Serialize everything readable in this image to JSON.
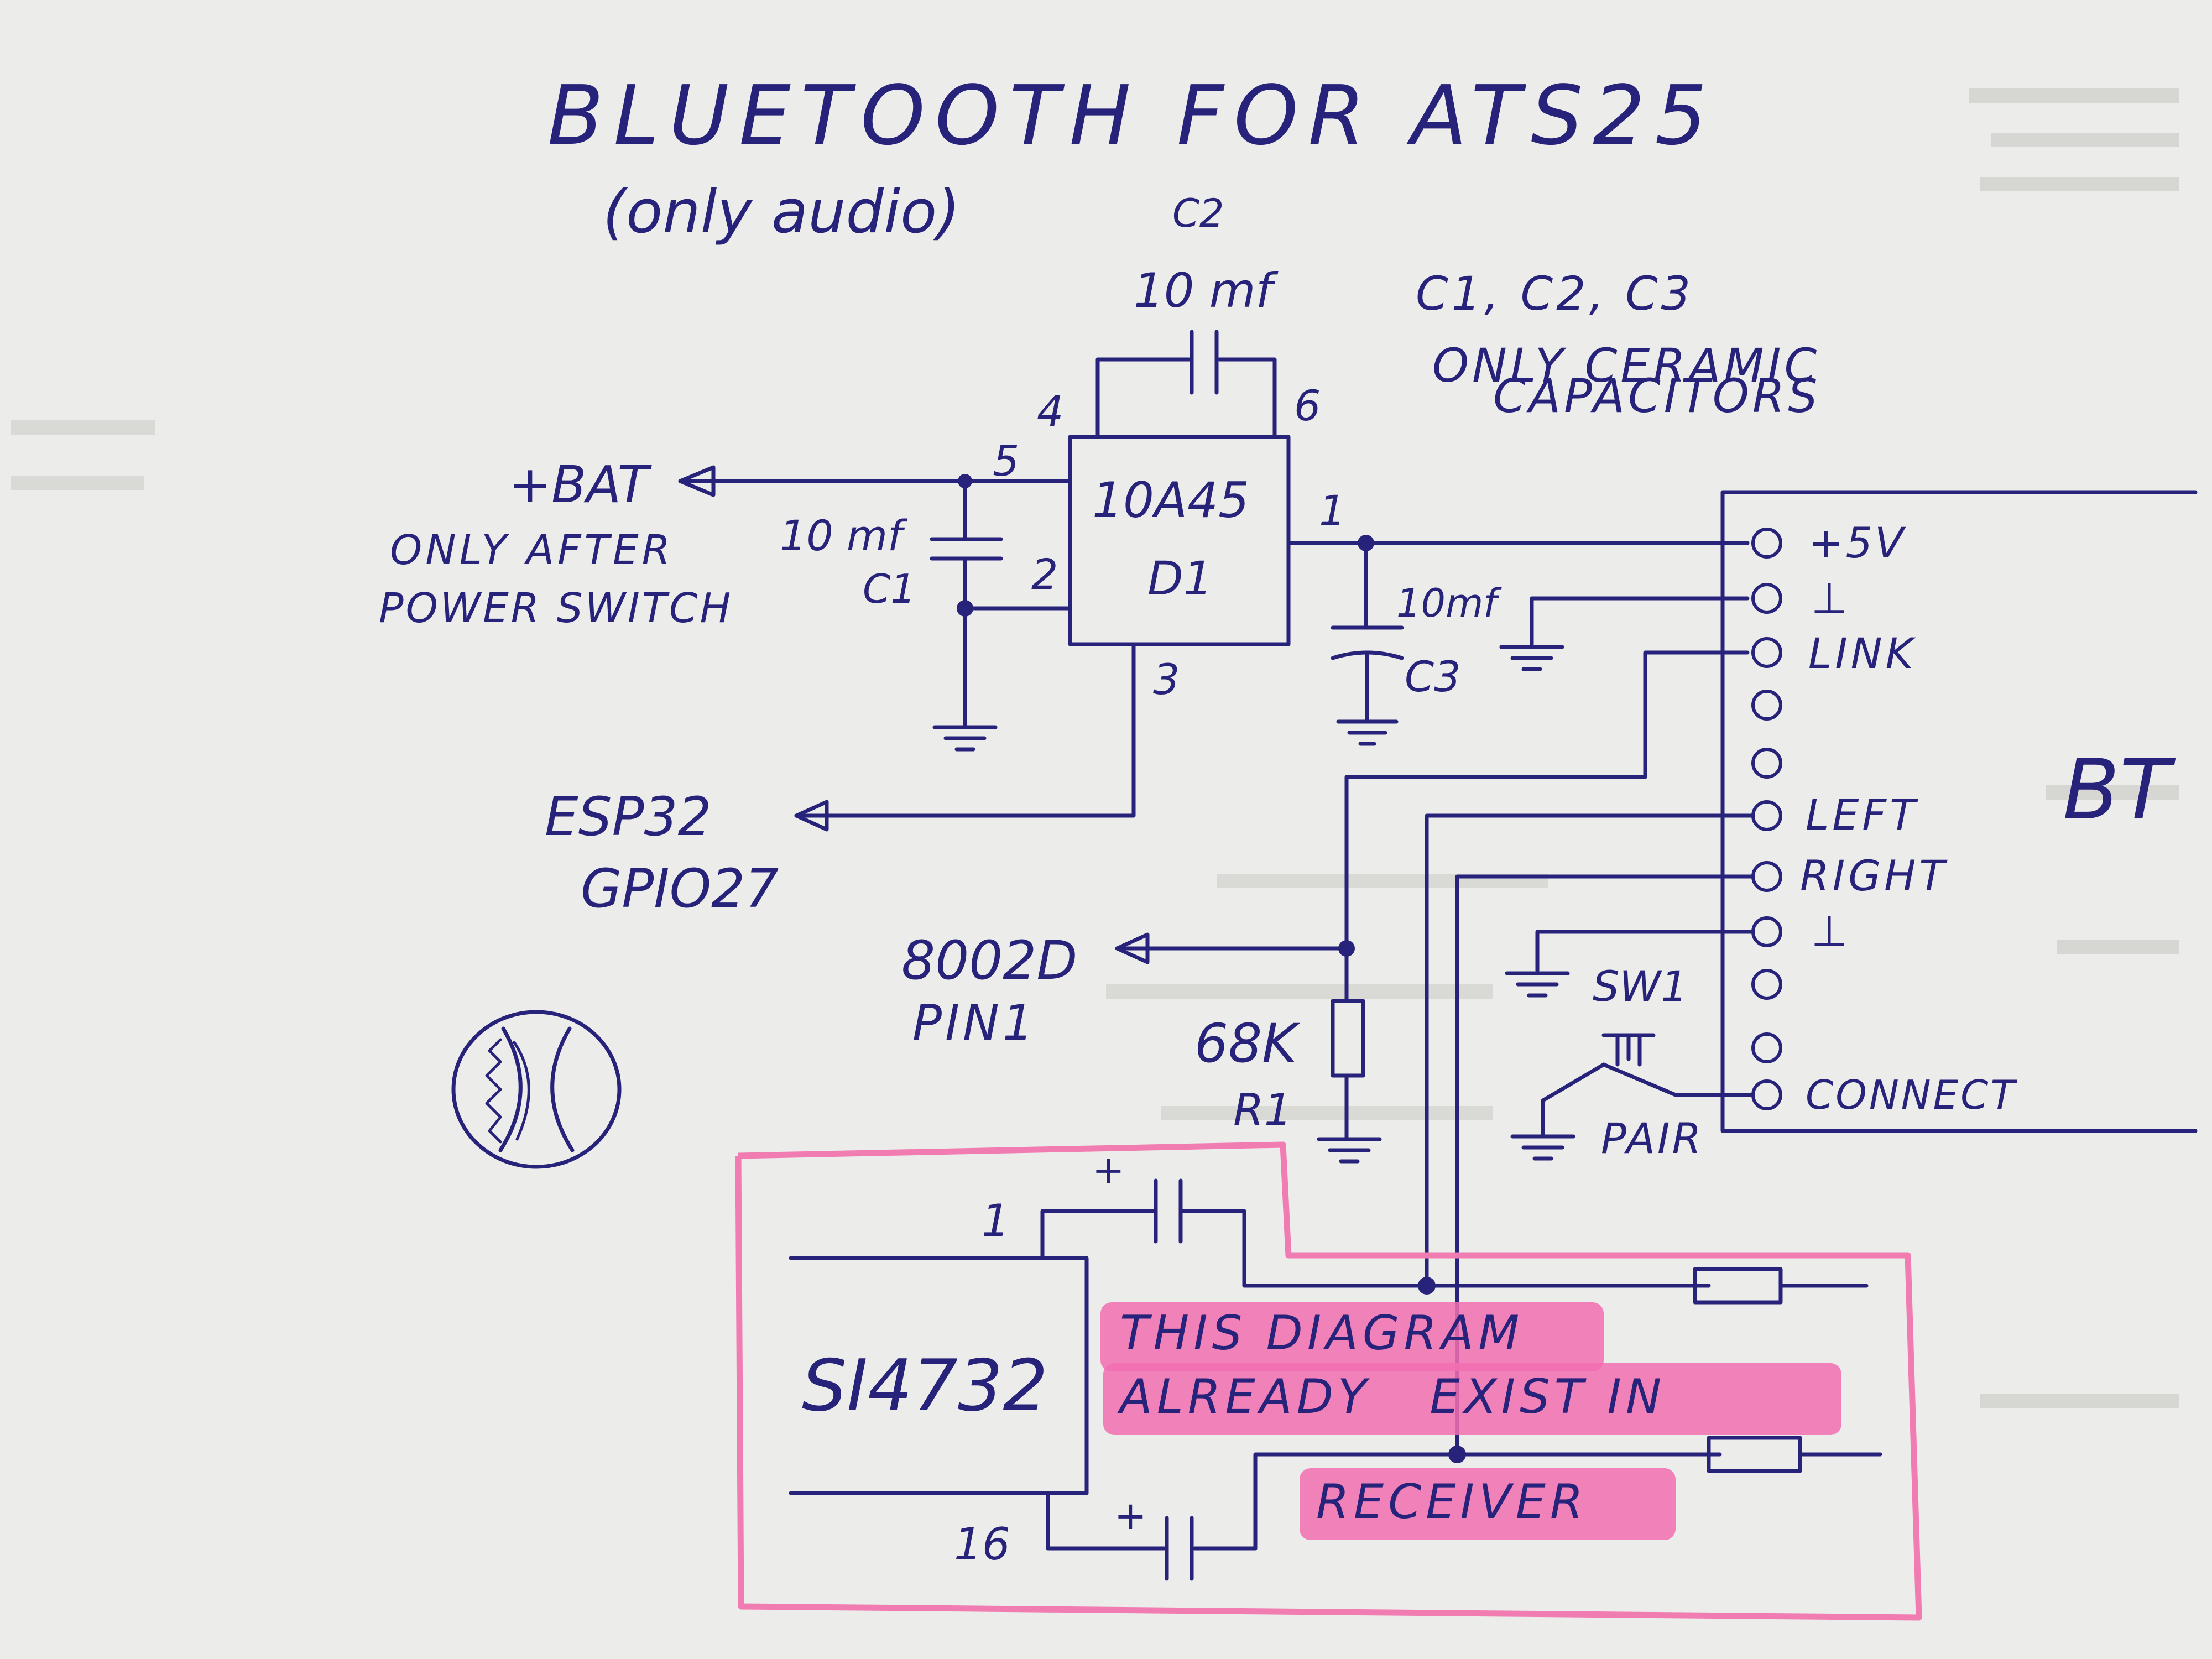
{
  "title": "BLUETOOTH FOR ATS25",
  "subtitle": "(only audio)",
  "regulator": {
    "part": "10A45",
    "ref": "D1"
  },
  "regulator_pins": {
    "p1": "1",
    "p2": "2",
    "p3": "3",
    "p4": "4",
    "p5": "5",
    "p6": "6"
  },
  "capacitors": {
    "c1": {
      "ref": "C1",
      "value": "10 mf"
    },
    "c2": {
      "ref": "C2",
      "value": "10 mf"
    },
    "c3": {
      "ref": "C3",
      "value": "10mf"
    }
  },
  "capacitor_note": {
    "line1": "C1, C2, C3",
    "line2": "ONLY CERAMIC",
    "line3": "CAPACITORS"
  },
  "battery": {
    "label": "+BAT",
    "note1": "ONLY AFTER",
    "note2": "POWER SWITCH"
  },
  "esp32": {
    "line1": "ESP32",
    "line2": "GPIO27"
  },
  "amp": {
    "line1": "8002D",
    "line2": "PIN1"
  },
  "resistor": {
    "value": "68K",
    "ref": "R1"
  },
  "bt_module": {
    "label": "BT",
    "pins": [
      "+5V",
      "⊥",
      "LINK",
      "",
      "",
      "LEFT",
      "RIGHT",
      "⊥",
      "",
      "",
      "CONNECT"
    ]
  },
  "switch": {
    "ref": "SW1",
    "label": "PAIR"
  },
  "si_chip": {
    "name": "SI4732",
    "pin_top": "1",
    "pin_bottom": "16",
    "plus_top": "+",
    "plus_bottom": "+"
  },
  "highlight_note": {
    "line1": "THIS DIAGRAM",
    "line2": "ALREADY   EXIST IN",
    "line3": "RECEIVER"
  },
  "colors": {
    "ink": "#28237a",
    "paper": "#ececea",
    "highlight": "#f26fb0"
  }
}
